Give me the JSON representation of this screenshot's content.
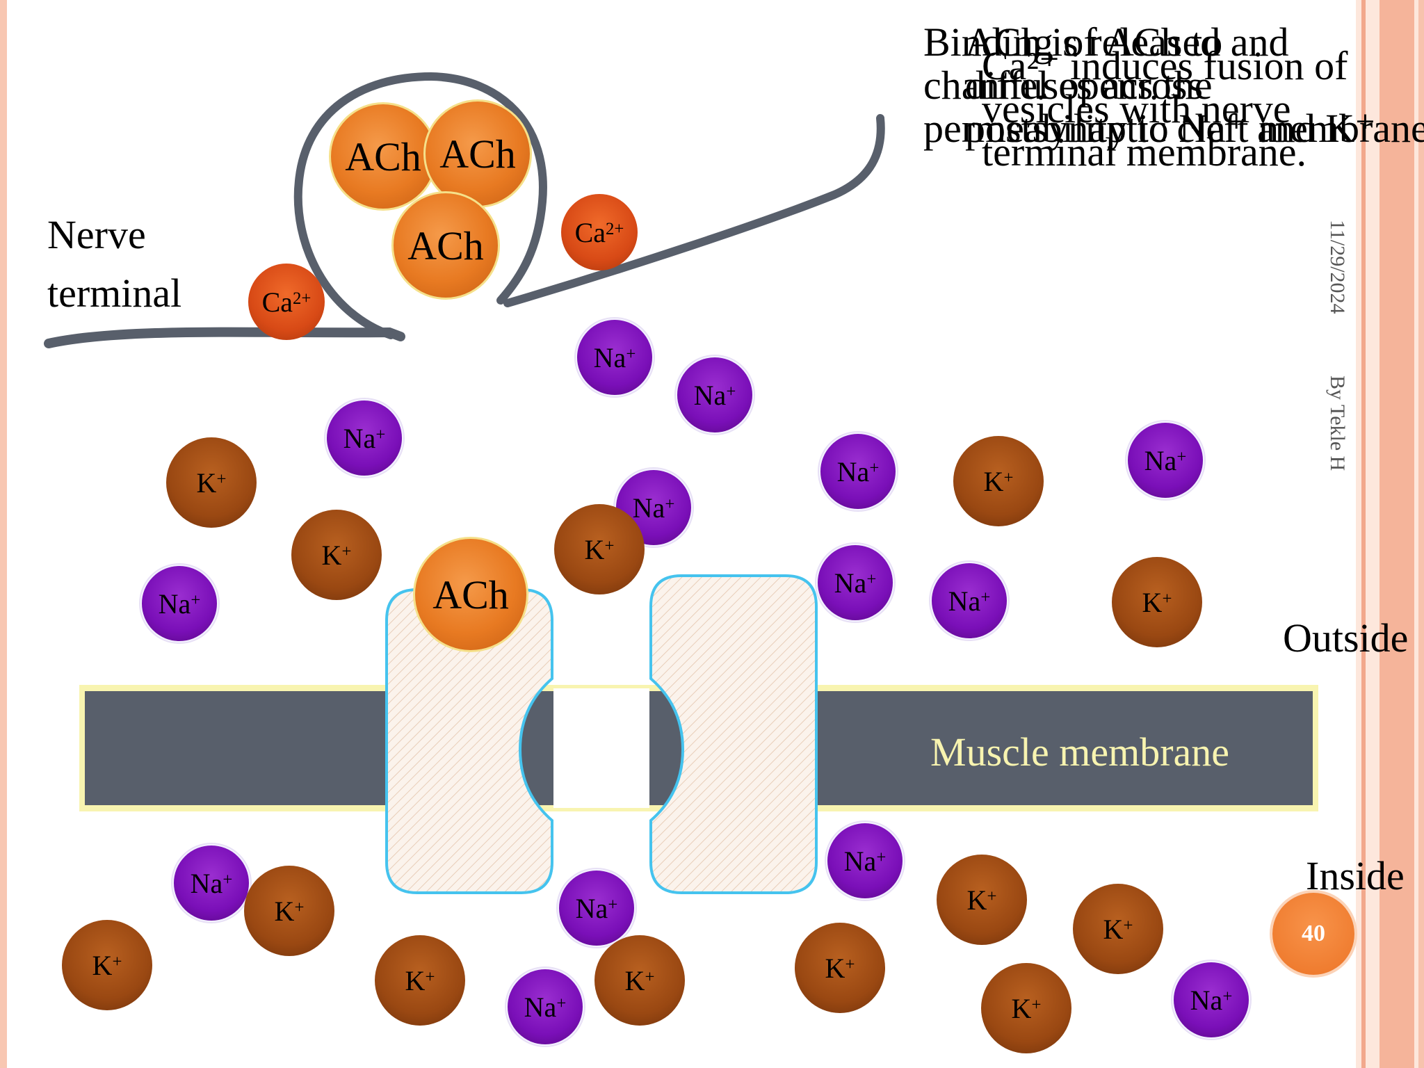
{
  "slide": {
    "page_number": "40",
    "date": "11/29/2024",
    "author": "By Tekle H",
    "nerve_terminal_label": [
      "Nerve",
      "terminal"
    ],
    "outside_label": "Outside",
    "inside_label": "Inside",
    "muscle_membrane_label": "Muscle membrane",
    "caption_layers": [
      [
        "Binding of ACh to",
        "channel opens the",
        "permeability to Na⁺ and K⁺"
      ],
      [
        "ACh is released and",
        "diffuses across",
        "postsynaptic cleft membrane"
      ],
      [
        "Ca²⁺ induces fusion of",
        "vesicles with nerve",
        "terminal membrane."
      ]
    ]
  },
  "ions": {
    "ach_label": "ACh",
    "na_label": "Na",
    "k_label": "K",
    "ca_label": "Ca",
    "na_charge": "+",
    "k_charge": "+",
    "ca_charge": "2+"
  },
  "colors": {
    "membrane": "#585f6b",
    "membrane_text": "#f8f4b0",
    "channel_outline": "#45c3ee",
    "na": "#7a0fb8",
    "k": "#9a4812",
    "ach": "#e87a22",
    "ca": "#d84a16",
    "page_badge": "#f0803a",
    "side_bar": "#f5b49a"
  }
}
